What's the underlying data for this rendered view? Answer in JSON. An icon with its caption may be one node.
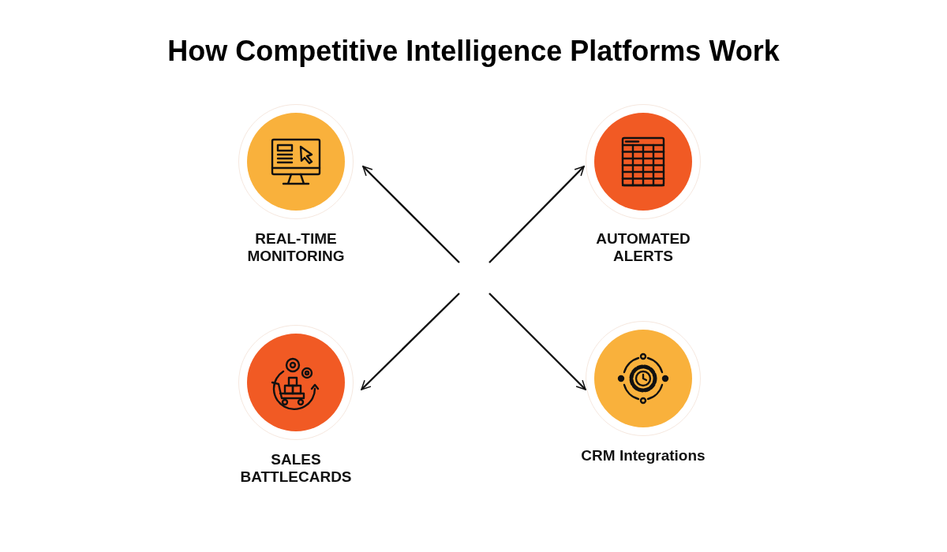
{
  "diagram": {
    "title": "How Competitive Intelligence Platforms Work",
    "nodes": [
      {
        "text": [
          "REAL-TIME MONITORING"
        ]
      },
      {
        "text": [
          "AUTOMATED ALERTS"
        ]
      },
      {
        "text": [
          "SALES BATTLECARDS"
        ]
      },
      {
        "text": [
          "CRM Integrations"
        ]
      }
    ],
    "edges": [
      {
        "from": null,
        "to": 0,
        "arrow": "to"
      },
      {
        "from": null,
        "to": 1,
        "arrow": "to"
      },
      {
        "from": null,
        "to": 2,
        "arrow": "to"
      },
      {
        "from": null,
        "to": 3,
        "arrow": "to"
      }
    ]
  }
}
